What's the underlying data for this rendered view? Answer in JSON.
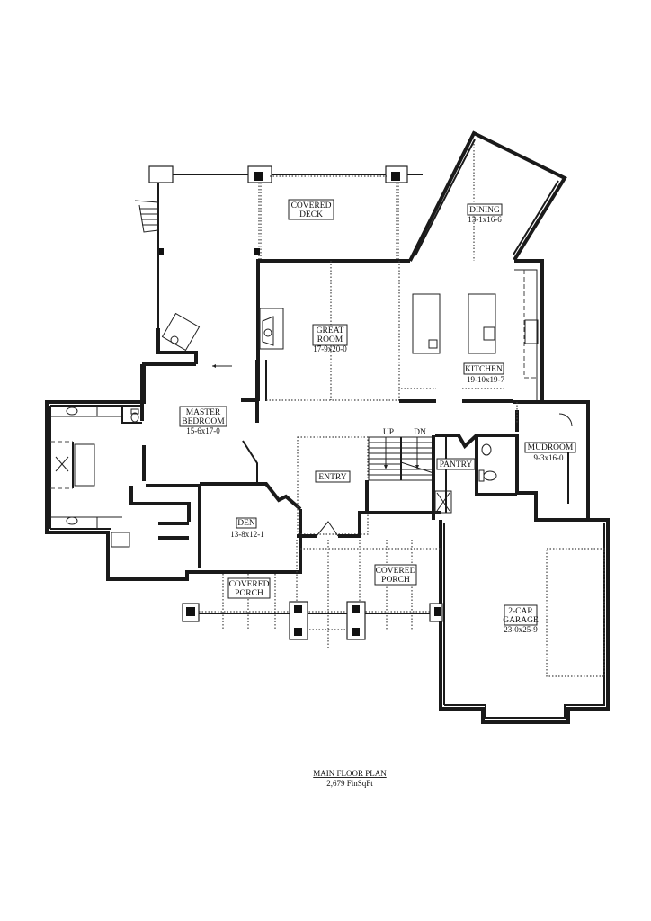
{
  "plan": {
    "title": "MAIN FLOOR PLAN",
    "area": "2,679 FinSqFt"
  },
  "rooms": {
    "covered_deck": {
      "line1": "COVERED",
      "line2": "DECK"
    },
    "dining": {
      "name": "DINING",
      "dims": "13-1x16-6"
    },
    "great_room": {
      "line1": "GREAT",
      "line2": "ROOM",
      "dims": "17-9x20-0"
    },
    "kitchen": {
      "name": "KITCHEN",
      "dims": "19-10x19-7"
    },
    "master_bedroom": {
      "line1": "MASTER",
      "line2": "BEDROOM",
      "dims": "15-6x17-0"
    },
    "entry": {
      "name": "ENTRY"
    },
    "pantry": {
      "name": "PANTRY"
    },
    "mudroom": {
      "name": "MUDROOM",
      "dims": "9-3x16-0"
    },
    "den": {
      "name": "DEN",
      "dims": "13-8x12-1"
    },
    "covered_porch_left": {
      "line1": "COVERED",
      "line2": "PORCH"
    },
    "covered_porch_right": {
      "line1": "COVERED",
      "line2": "PORCH"
    },
    "garage": {
      "line1": "2-CAR",
      "line2": "GARAGE",
      "dims": "23-0x25-9"
    }
  },
  "stairs": {
    "up": "UP",
    "down": "DN"
  }
}
